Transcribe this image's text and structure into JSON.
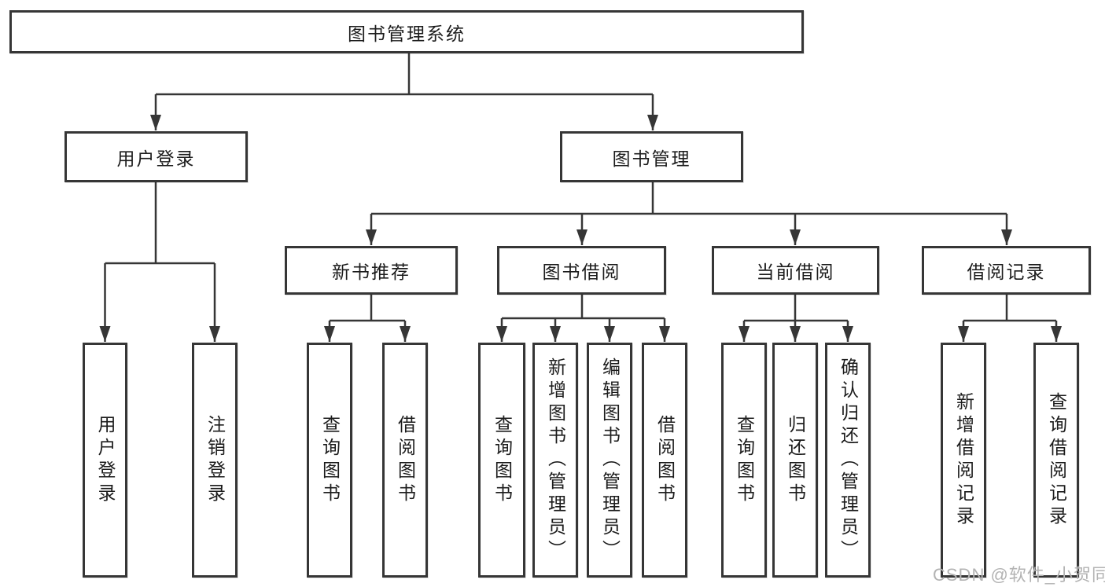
{
  "diagram": {
    "root": {
      "label": "图书管理系统",
      "children": [
        {
          "label": "用户登录",
          "children": [
            {
              "label": "用户登录"
            },
            {
              "label": "注销登录"
            }
          ]
        },
        {
          "label": "图书管理",
          "children": [
            {
              "label": "新书推荐",
              "children": [
                {
                  "label": "查询图书"
                },
                {
                  "label": "借阅图书"
                }
              ]
            },
            {
              "label": "图书借阅",
              "children": [
                {
                  "label": "查询图书"
                },
                {
                  "label": "新增图书（管理员）"
                },
                {
                  "label": "编辑图书（管理员）"
                },
                {
                  "label": "借阅图书"
                }
              ]
            },
            {
              "label": "当前借阅",
              "children": [
                {
                  "label": "查询图书"
                },
                {
                  "label": "归还图书"
                },
                {
                  "label": "确认归还（管理员）"
                }
              ]
            },
            {
              "label": "借阅记录",
              "children": [
                {
                  "label": "新增借阅记录"
                },
                {
                  "label": "查询借阅记录"
                }
              ]
            }
          ]
        }
      ]
    },
    "colors": {
      "line": "#363636",
      "box_border": "#363636",
      "text": "#1c1c1c",
      "background": "#ffffff",
      "watermark": "#b3b3b3"
    }
  },
  "watermark": {
    "text": "CSDN @软件_小贺同学"
  }
}
